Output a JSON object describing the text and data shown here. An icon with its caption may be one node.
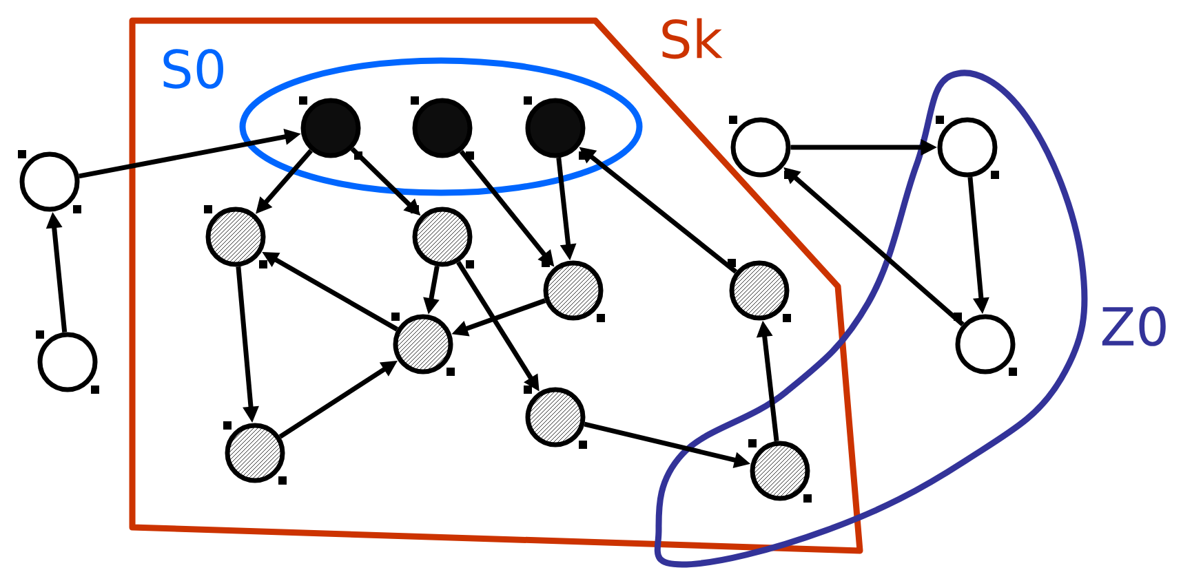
{
  "diagram": {
    "nodes": [
      {
        "text": [
          "Sk"
        ]
      },
      {
        "text": [
          "S0"
        ],
        "in": 0
      },
      {
        "text": [],
        "shape": "circle",
        "in": 1
      },
      {
        "text": [],
        "shape": "circle",
        "in": 1
      },
      {
        "text": [],
        "shape": "circle",
        "in": 1
      },
      {
        "text": [],
        "shape": "circle"
      },
      {
        "text": [],
        "shape": "circle"
      },
      {
        "text": [],
        "shape": "circle",
        "in": 0
      },
      {
        "text": [],
        "shape": "circle",
        "in": 0
      },
      {
        "text": [],
        "shape": "circle",
        "in": 0
      },
      {
        "text": [],
        "shape": "circle",
        "in": 0
      },
      {
        "text": [],
        "shape": "circle",
        "in": 0
      },
      {
        "text": [],
        "shape": "circle",
        "in": 0
      },
      {
        "text": [],
        "shape": "circle",
        "in": 0
      },
      {
        "text": [],
        "shape": "circle"
      },
      {
        "text": [],
        "shape": "circle"
      },
      {
        "text": [
          "Z0"
        ]
      },
      {
        "text": [],
        "shape": "circle",
        "in": 16
      },
      {
        "text": [],
        "shape": "circle",
        "in": 16
      }
    ],
    "edges": [
      {
        "from": 6,
        "to": 5,
        "arrow": "to"
      },
      {
        "from": 5,
        "to": 2,
        "arrow": "to"
      },
      {
        "from": 2,
        "to": 7,
        "arrow": "to"
      },
      {
        "from": 2,
        "to": 8,
        "arrow": "to"
      },
      {
        "from": 3,
        "to": 9,
        "arrow": "to"
      },
      {
        "from": 4,
        "to": 9,
        "arrow": "to"
      },
      {
        "from": 13,
        "to": 4,
        "arrow": "to"
      },
      {
        "from": 7,
        "to": 11,
        "arrow": "to"
      },
      {
        "from": 11,
        "to": 10,
        "arrow": "to"
      },
      {
        "from": 8,
        "to": 10,
        "arrow": "to"
      },
      {
        "from": 10,
        "to": 7,
        "arrow": "to"
      },
      {
        "from": 9,
        "to": 10,
        "arrow": "to"
      },
      {
        "from": 8,
        "to": 12,
        "arrow": "to"
      },
      {
        "from": 12,
        "to": 14,
        "arrow": "to"
      },
      {
        "from": 14,
        "to": 13,
        "arrow": "to"
      },
      {
        "from": 15,
        "to": 17,
        "arrow": "to"
      },
      {
        "from": 17,
        "to": 18,
        "arrow": "to"
      },
      {
        "from": 18,
        "to": 15,
        "arrow": "to"
      }
    ]
  }
}
